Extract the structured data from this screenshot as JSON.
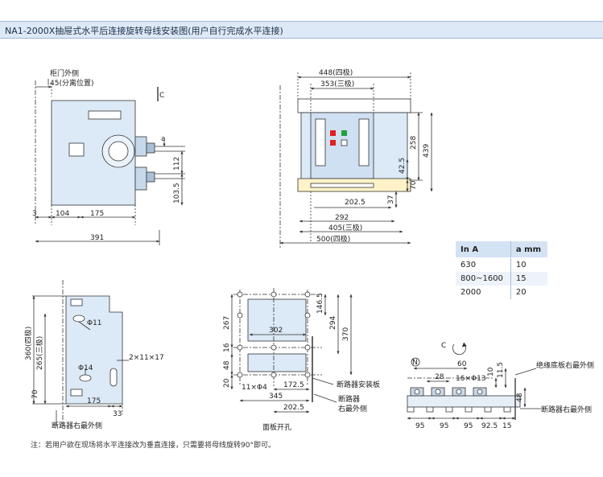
{
  "header": {
    "title": "NA1-2000X抽屉式水平后连接旋转母线安装图(用户自行完成水平连接)"
  },
  "side_view": {
    "door_label": "柜门外侧",
    "door_offset": "45(分离位置)",
    "view_marker": "C",
    "dim_a": "a",
    "dim_112": "112",
    "dim_1035": "103.5",
    "dim_3": "3",
    "dim_104": "104",
    "dim_175": "175",
    "dim_391": "391"
  },
  "front_view": {
    "dim_448": "448(四极)",
    "dim_353": "353(三极)",
    "dim_258": "258",
    "dim_439": "439",
    "dim_425": "42.5",
    "dim_70": "70",
    "dim_37": "37",
    "dim_2025": "202.5",
    "dim_292": "292",
    "dim_405": "405(三极)",
    "dim_500": "500(四极)"
  },
  "rating_table": {
    "headers": [
      "In A",
      "a mm"
    ],
    "rows": [
      [
        "630",
        "10"
      ],
      [
        "800~1600",
        "15"
      ],
      [
        "2000",
        "20"
      ]
    ]
  },
  "base_view": {
    "dim_11": "Φ11",
    "dim_14": "Φ14",
    "dim_slot": "2×11×17",
    "dim_360": "360(四极)",
    "dim_265": "265(三极)",
    "dim_70": "70",
    "dim_175": "175",
    "dim_33": "33",
    "outer_label": "断路器右最外侧"
  },
  "panel_view": {
    "dim_267": "267",
    "dim_302": "302",
    "dim_16": "16",
    "dim_48": "48",
    "dim_20": "20",
    "dim_1465": "146.5",
    "dim_294": "294",
    "dim_370": "370",
    "dim_holes": "11×Φ4",
    "dim_1725": "172.5",
    "dim_345": "345",
    "dim_2025": "202.5",
    "plate_label": "断路器安装板",
    "breaker_label": "断路器",
    "outer_label": "右最外侧",
    "cutout_label": "面板开孔"
  },
  "busbar_view": {
    "view_marker": "C",
    "n_label": "N",
    "dim_60": "60",
    "dim_28": "28",
    "dim_holes": "16×Φ13",
    "dim_10": "10",
    "dim_115": "11.5",
    "dim_48": "48",
    "dim_95a": "95",
    "dim_95b": "95",
    "dim_95c": "95",
    "dim_925": "92.5",
    "dim_15": "15",
    "insul_label": "绝缘底板右最外侧",
    "outer_label": "断路器右最外侧"
  },
  "note": "注：若用户欲在现场将水平连接改为垂直连接，只需要将母线旋转90°即可。"
}
